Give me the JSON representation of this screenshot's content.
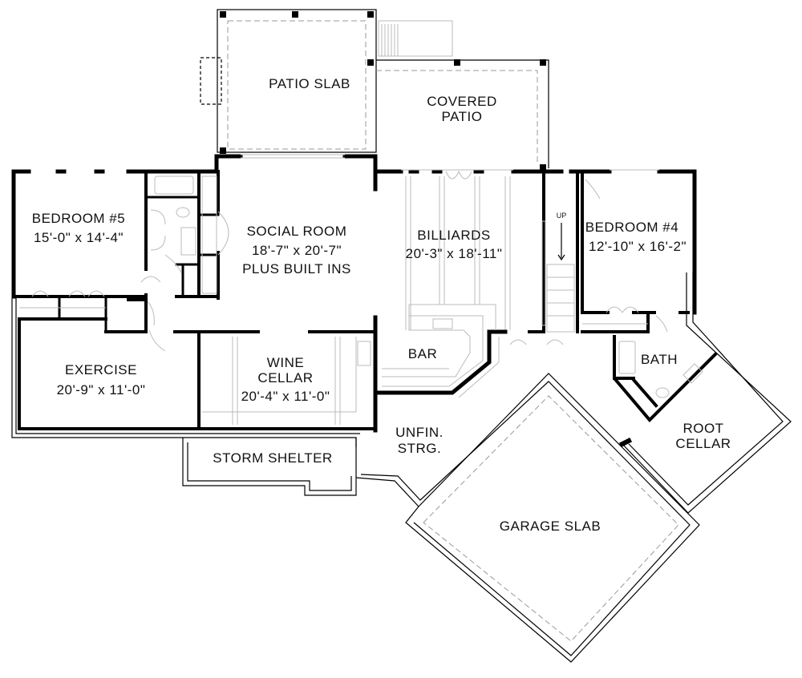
{
  "plan": {
    "rooms": {
      "patio_slab": "PATIO SLAB",
      "covered_patio_1": "COVERED",
      "covered_patio_2": "PATIO",
      "bedroom5_name": "BEDROOM #5",
      "bedroom5_size": "15'-0\" x 14'-4\"",
      "social_name": "SOCIAL ROOM",
      "social_size": "18'-7\" x 20'-7\"",
      "social_note": "PLUS BUILT INS",
      "billiards_name": "BILLIARDS",
      "billiards_size": "20'-3\" x 18'-11\"",
      "up": "UP",
      "bedroom4_name": "BEDROOM #4",
      "bedroom4_size": "12'-10\" x 16'-2\"",
      "exercise_name": "EXERCISE",
      "exercise_size": "20'-9\" x 11'-0\"",
      "wine_name_1": "WINE",
      "wine_name_2": "CELLAR",
      "wine_size": "20'-4\" x 11'-0\"",
      "bar": "BAR",
      "bath": "BATH",
      "unfin_1": "UNFIN.",
      "unfin_2": "STRG.",
      "root_1": "ROOT",
      "root_2": "CELLAR",
      "storm": "STORM SHELTER",
      "garage": "GARAGE SLAB"
    }
  }
}
